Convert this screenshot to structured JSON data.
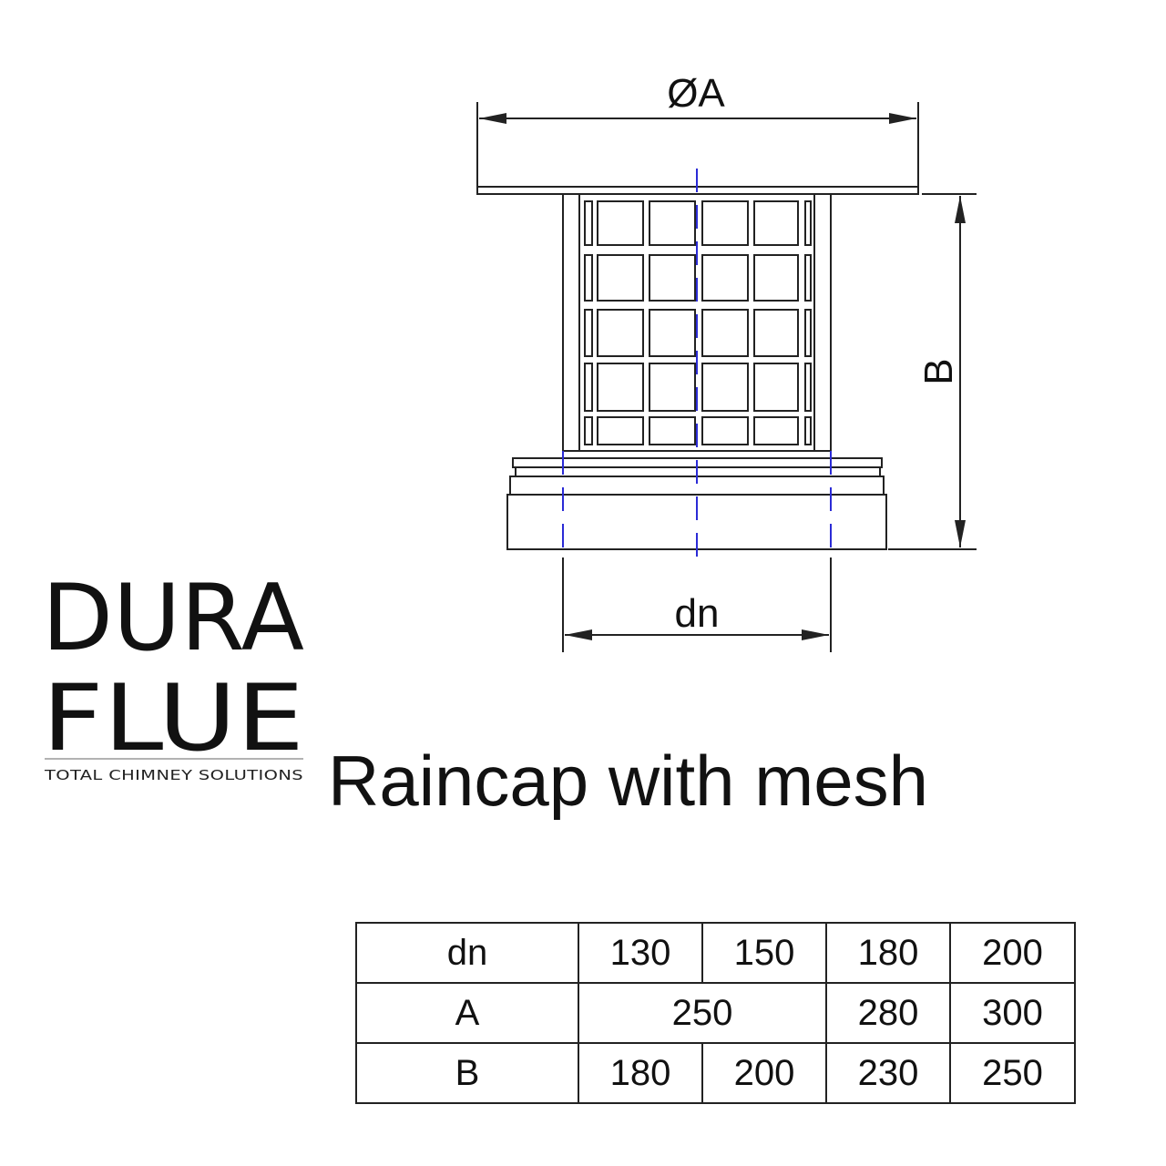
{
  "logo": {
    "line1": "DURA",
    "line2": "FLUE",
    "tagline": "TOTAL CHIMNEY SOLUTIONS"
  },
  "title": "Raincap with mesh",
  "dimensions": {
    "diameter_label": "ØA",
    "height_label": "B",
    "nominal_label": "dn"
  },
  "table": {
    "rows": [
      {
        "label": "dn",
        "cells": [
          {
            "text": "130",
            "span": 1
          },
          {
            "text": "150",
            "span": 1
          },
          {
            "text": "180",
            "span": 1
          },
          {
            "text": "200",
            "span": 1
          }
        ]
      },
      {
        "label": "A",
        "cells": [
          {
            "text": "250",
            "span": 2
          },
          {
            "text": "280",
            "span": 1
          },
          {
            "text": "300",
            "span": 1
          }
        ]
      },
      {
        "label": "B",
        "cells": [
          {
            "text": "180",
            "span": 1
          },
          {
            "text": "200",
            "span": 1
          },
          {
            "text": "230",
            "span": 1
          },
          {
            "text": "250",
            "span": 1
          }
        ]
      }
    ]
  },
  "colors": {
    "line": "#222222",
    "centerline": "#2b2bd6"
  }
}
